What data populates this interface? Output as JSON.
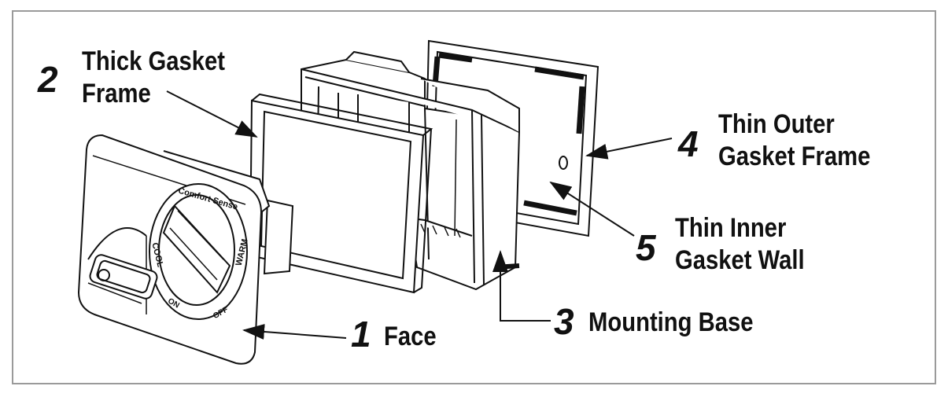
{
  "callouts": [
    {
      "number": "1",
      "lines": [
        "Face"
      ]
    },
    {
      "number": "2",
      "lines": [
        "Thick Gasket",
        "Frame"
      ]
    },
    {
      "number": "3",
      "lines": [
        "Mounting Base"
      ]
    },
    {
      "number": "4",
      "lines": [
        "Thin Outer",
        "Gasket Frame"
      ]
    },
    {
      "number": "5",
      "lines": [
        "Thin Inner",
        "Gasket Wall"
      ]
    }
  ],
  "dial": {
    "brand": "Comfort Sense",
    "marks": [
      "COOL",
      "WARM",
      "ON",
      "OFF"
    ]
  },
  "colors": {
    "stroke": "#111111",
    "border": "#9a9a9a",
    "background": "#ffffff"
  }
}
